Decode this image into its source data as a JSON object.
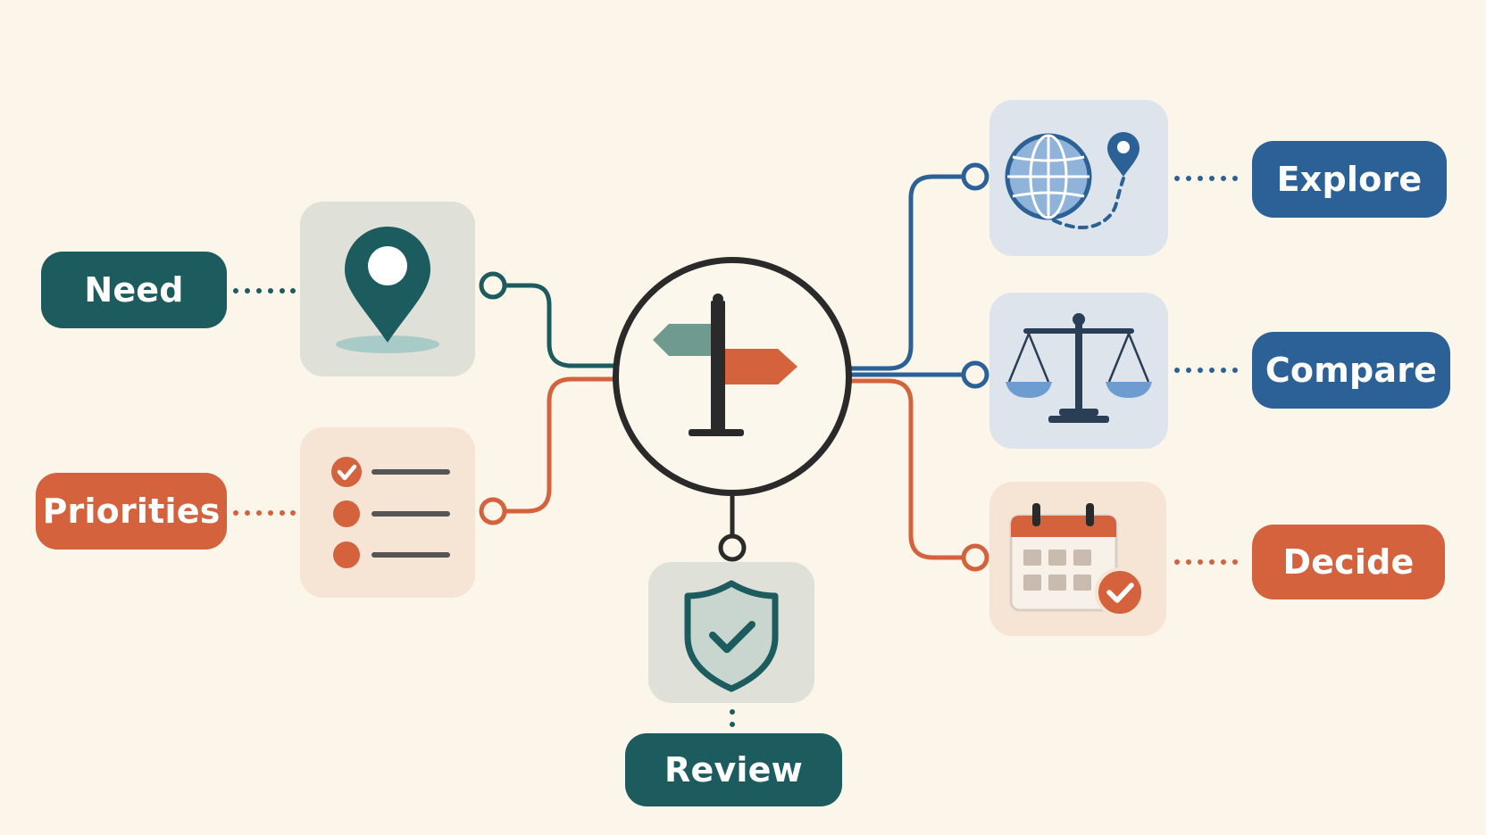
{
  "nodes": {
    "need": {
      "label": "Need",
      "icon": "map-pin-icon"
    },
    "priorities": {
      "label": "Priorities",
      "icon": "checklist-icon"
    },
    "review": {
      "label": "Review",
      "icon": "shield-check-icon"
    },
    "explore": {
      "label": "Explore",
      "icon": "globe-route-icon"
    },
    "compare": {
      "label": "Compare",
      "icon": "balance-scale-icon"
    },
    "decide": {
      "label": "Decide",
      "icon": "calendar-check-icon"
    }
  },
  "center": {
    "icon": "signpost-icon"
  },
  "colors": {
    "background": "#fbf5ea",
    "teal": "#1c5c5f",
    "orange": "#d4623d",
    "blue": "#2b6196",
    "outline": "#2a2a2a"
  }
}
